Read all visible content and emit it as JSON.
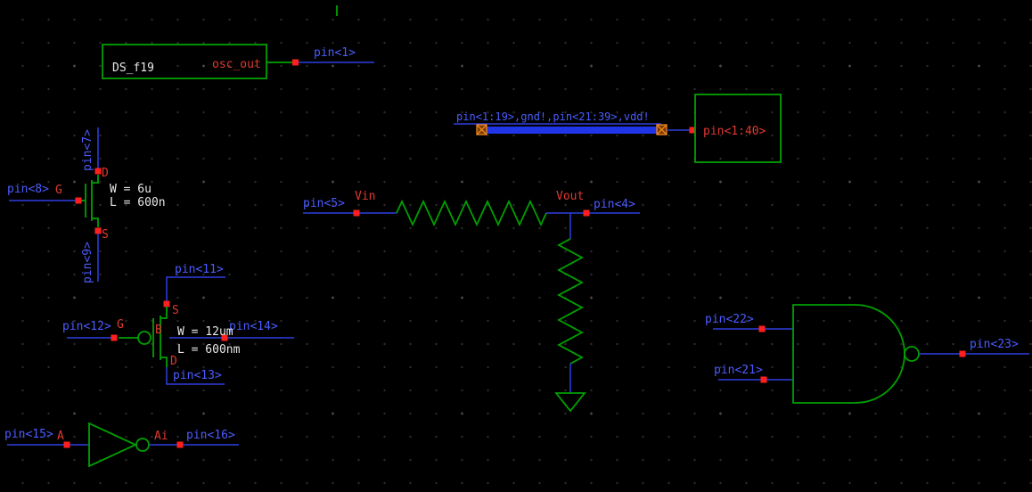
{
  "colors": {
    "background": "#000000",
    "grid_dot": "#2b2b2b",
    "wire_blue": "#2f3fe0",
    "label_blue": "#4b5cff",
    "symbol_green": "#00a000",
    "pin_red": "#ff1f1f",
    "label_red": "#e03a2f",
    "annotation_white": "#e8e8e8",
    "bus_blue": "#1f35e8",
    "bus_end_orange": "#ff9021"
  },
  "osc_block": {
    "instance_label": "DS_f19",
    "output_label": "osc_out",
    "pin": "pin<1>"
  },
  "bus": {
    "net_label": "pin<1:19>,gnd!,pin<21:39>,vdd!",
    "block_pin": "pin<1:40>"
  },
  "nmos": {
    "drain_pin": "pin<7>",
    "gate_pin": "pin<8>",
    "source_pin": "pin<9>",
    "drain": "D",
    "gate": "G",
    "source": "S",
    "width": "W = 6u",
    "length": "L = 600n"
  },
  "pmos": {
    "source_pin": "pin<11>",
    "gate_pin": "pin<12>",
    "drain_pin": "pin<13>",
    "bulk_pin": "pin<14>",
    "source": "S",
    "gate": "G",
    "drain": "D",
    "bulk": "B",
    "width": "W = 12um",
    "length": "L = 600nm"
  },
  "rc": {
    "in_pin": "pin<5>",
    "in_net": "Vin",
    "out_net": "Vout",
    "out_pin": "pin<4>"
  },
  "nand": {
    "in1_pin": "pin<22>",
    "in2_pin": "pin<21>",
    "out_pin": "pin<23>"
  },
  "inverter": {
    "in_pin": "pin<15>",
    "in_label": "A",
    "out_label": "Ai",
    "out_pin": "pin<16>"
  }
}
